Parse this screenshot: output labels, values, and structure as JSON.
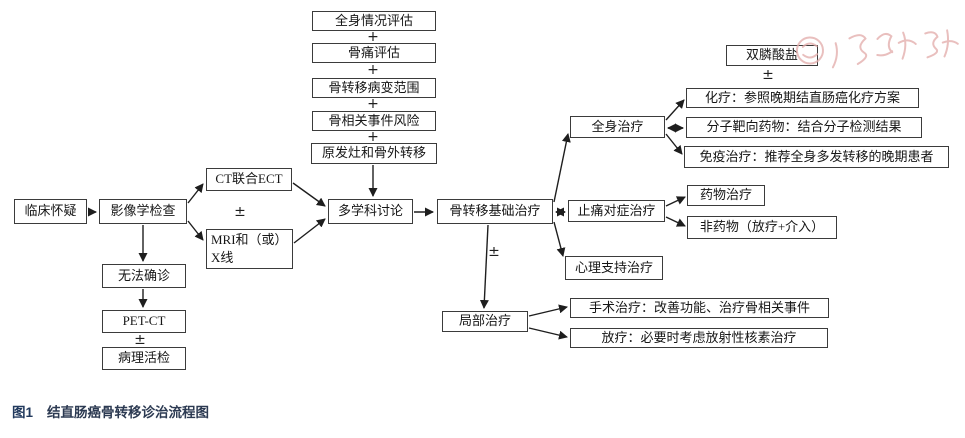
{
  "figure": {
    "caption_label": "图1",
    "caption_text": "结直肠癌骨转移诊治流程图"
  },
  "symbols": {
    "plus": "+",
    "plus_minus": "±"
  },
  "flowchart": {
    "nodes": {
      "clinical_suspicion": "临床怀疑",
      "imaging_exam": "影像学检查",
      "ct_ect": "CT联合ECT",
      "mri_xray": "MRI和（或）X线",
      "undiagnosed": "无法确诊",
      "pet_ct": "PET-CT",
      "biopsy": "病理活检",
      "mdt": "多学科讨论",
      "bone_met_base": "骨转移基础治疗",
      "eval_general": "全身情况评估",
      "eval_pain": "骨痛评估",
      "eval_extent": "骨转移病变范围",
      "eval_sre_risk": "骨相关事件风险",
      "eval_primary": "原发灶和骨外转移",
      "systemic": "全身治疗",
      "bisphosphonate": "双膦酸盐",
      "chemo": "化疗：参照晚期结直肠癌化疗方案",
      "targeted": "分子靶向药物：结合分子检测结果",
      "immuno": "免疫治疗：推荐全身多发转移的晚期患者",
      "pain_treatment": "止痛对症治疗",
      "drug_treatment": "药物治疗",
      "non_drug": "非药物（放疗+介入）",
      "psych_support": "心理支持治疗",
      "local_treatment": "局部治疗",
      "surgery": "手术治疗：改善功能、治疗骨相关事件",
      "radiotherapy": "放疗：必要时考虑放射性核素治疗"
    }
  },
  "colors": {
    "box_border": "#3b3b3b",
    "arrow": "#1e1e1e",
    "text": "#161616",
    "caption": "#2c3a52",
    "watermark": "#e3aeac"
  }
}
